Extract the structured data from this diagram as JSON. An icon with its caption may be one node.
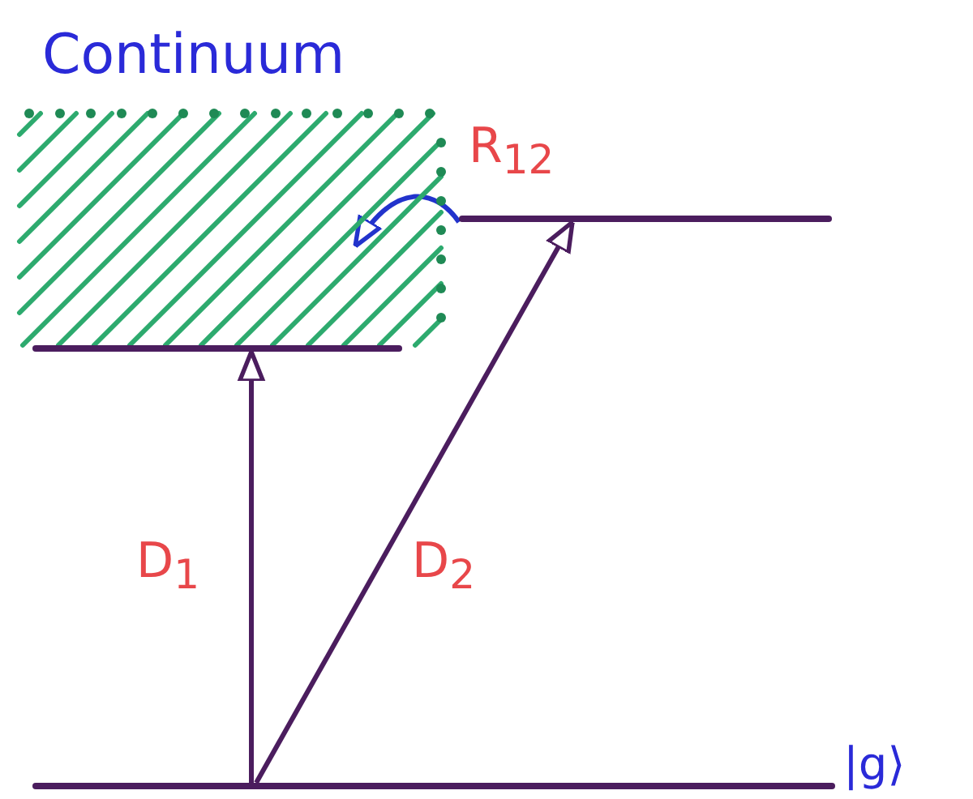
{
  "diagram": {
    "nodes": [
      {
        "text": [
          "Continuum"
        ]
      },
      {
        "text": [],
        "shape": "bar"
      },
      {
        "text": [],
        "shape": "bar"
      },
      {
        "text": [],
        "shape": "bar",
        "beside": [
          "|g⟩"
        ]
      }
    ],
    "edges": [
      {
        "from": 3,
        "to": 1,
        "arrow": "to",
        "label": "D$_{1}$"
      },
      {
        "from": 3,
        "to": 2,
        "arrow": "to",
        "label": "D$_{2}$"
      },
      {
        "from": 2,
        "to": 0,
        "arrow": "to",
        "label": "R$_{12}$",
        "color": "#2233cc"
      }
    ]
  }
}
